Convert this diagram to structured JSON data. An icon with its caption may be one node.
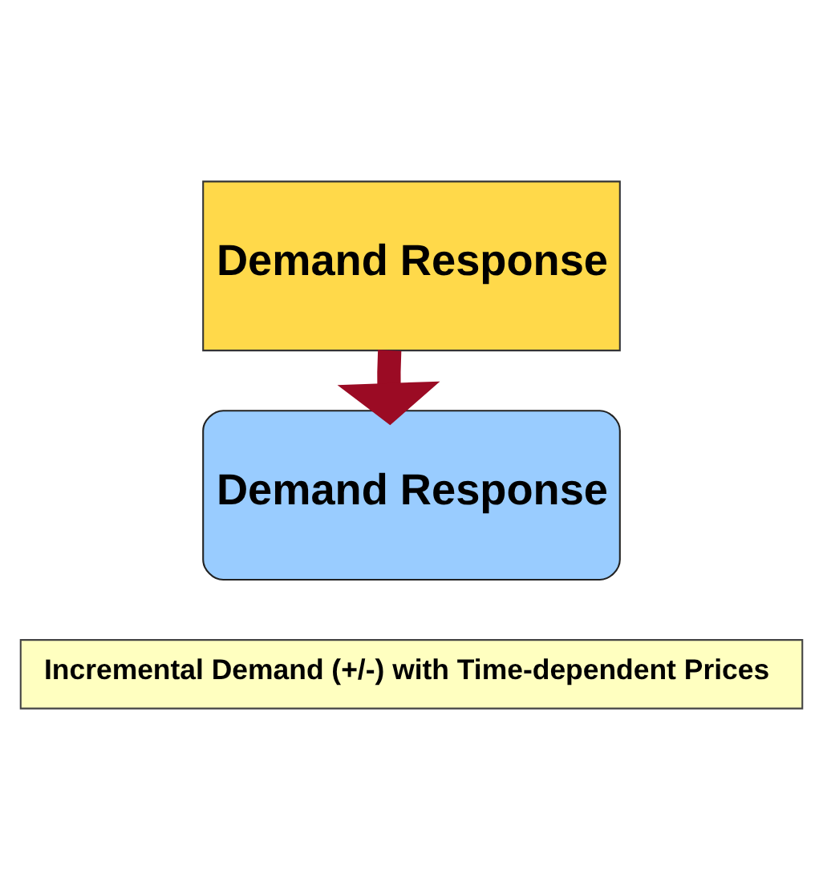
{
  "diagram": {
    "nodes": [
      {
        "text": [
          "Demand Response"
        ]
      },
      {
        "text": [
          "Demand Response"
        ]
      },
      {
        "text": [
          "Incremental Demand (+/-) with Time-dependent Prices"
        ]
      }
    ],
    "edges": [
      {
        "from": 0,
        "to": 1,
        "arrow": "to",
        "color": "#9b0b24"
      }
    ]
  }
}
